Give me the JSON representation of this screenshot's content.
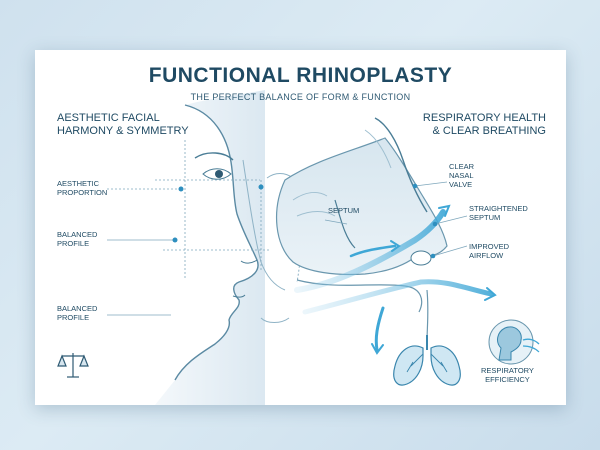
{
  "title": "FUNCTIONAL RHINOPLASTY",
  "subtitle": "THE PERFECT BALANCE OF FORM & FUNCTION",
  "left_heading": [
    "AESTHETIC FACIAL",
    "HARMONY & SYMMETRY"
  ],
  "right_heading": [
    "RESPIRATORY HEALTH",
    "& CLEAR BREATHING"
  ],
  "left_labels": {
    "proportion": [
      "AESTHETIC",
      "PROPORTION"
    ],
    "profile_1": [
      "BALANCED",
      "PROFILE"
    ],
    "profile_2": [
      "BALANCED",
      "PROFILE"
    ]
  },
  "right_labels": {
    "septum": "SEPTUM",
    "clear_valve": [
      "CLEAR",
      "NASAL",
      "VALVE"
    ],
    "straightened": [
      "STRAIGHTENED",
      "SEPTUM"
    ],
    "airflow": [
      "IMPROVED",
      "AIRFLOW"
    ],
    "respiratory": [
      "RESPIRATORY",
      "EFFICIENCY"
    ]
  },
  "icons": [
    "balance-scale-icon",
    "lungs-icon",
    "breathing-head-icon"
  ],
  "colors": {
    "title": "#1f4a63",
    "airflow": "#3fa7d6",
    "line": "#4a7d96",
    "accent_dot": "#2e8fbf"
  }
}
